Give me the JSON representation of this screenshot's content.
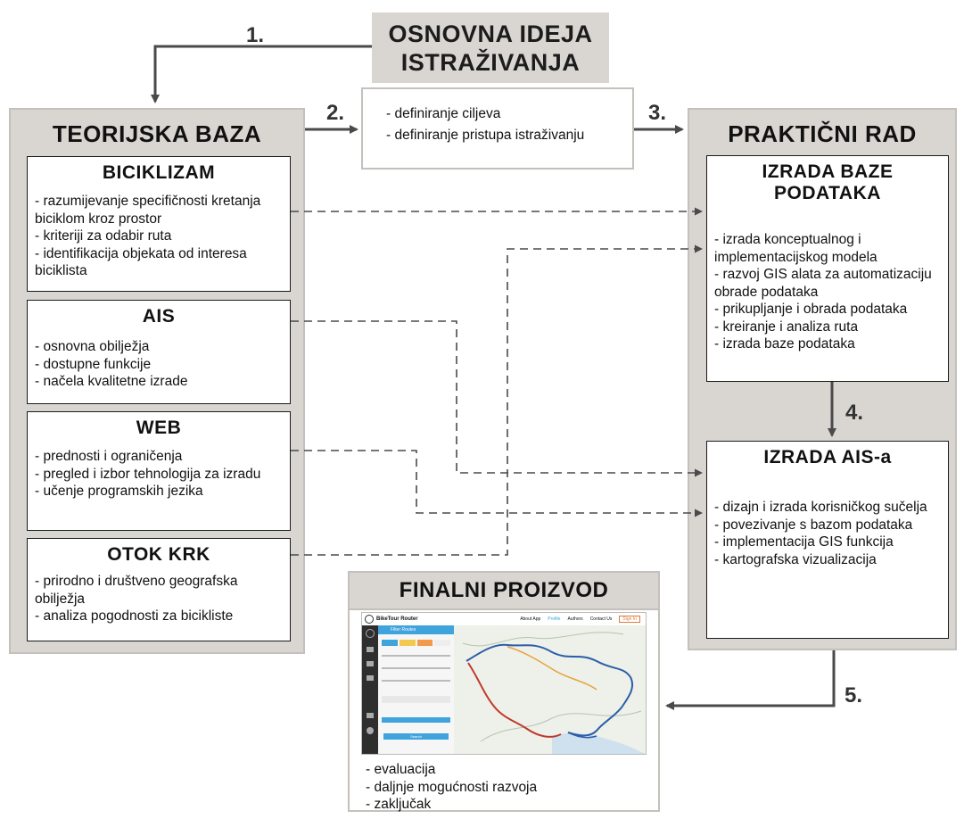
{
  "steps": {
    "s1": "1.",
    "s2": "2.",
    "s3": "3.",
    "s4": "4.",
    "s5": "5."
  },
  "osnovna": {
    "line1": "OSNOVNA IDEJA",
    "line2": "ISTRAŽIVANJA"
  },
  "center_box": {
    "items": [
      "- definiranje ciljeva",
      "- definiranje pristupa istraživanju"
    ]
  },
  "teorijska": {
    "title": "TEORIJSKA BAZA",
    "biciklizam": {
      "title": "BICIKLIZAM",
      "items": [
        "- razumijevanje specifičnosti kretanja biciklom kroz prostor",
        "- kriteriji za odabir ruta",
        "- identifikacija objekata od interesa biciklista"
      ]
    },
    "ais": {
      "title": "AIS",
      "items": [
        "- osnovna obilježja",
        "- dostupne funkcije",
        "- načela kvalitetne izrade"
      ]
    },
    "web": {
      "title": "WEB",
      "items": [
        "- prednosti i ograničenja",
        "- pregled i izbor tehnologija za izradu",
        "- učenje programskih jezika"
      ]
    },
    "krk": {
      "title": "OTOK KRK",
      "items": [
        "- prirodno i društveno geografska obilježja",
        "- analiza pogodnosti za bicikliste"
      ]
    }
  },
  "prakticni": {
    "title": "PRAKTIČNI RAD",
    "baza": {
      "title_line1": "IZRADA BAZE",
      "title_line2": "PODATAKA",
      "items": [
        "- izrada konceptualnog i implementacijskog modela",
        "- razvoj GIS alata za automatizaciju obrade podataka",
        "- prikupljanje i obrada podataka",
        "- kreiranje i analiza ruta",
        "- izrada baze podataka"
      ]
    },
    "ais": {
      "title": "IZRADA AIS-a",
      "items": [
        "- dizajn i izrada korisničkog sučelja",
        "- povezivanje s bazom podataka",
        "- implementacija GIS funkcija",
        "- kartografska vizualizacija"
      ]
    }
  },
  "finalni": {
    "title": "FINALNI PROIZVOD",
    "items": [
      "- evaluacija",
      "- daljnje mogućnosti razvoja",
      "- zaključak"
    ]
  },
  "mini_app": {
    "brand": "BikeTour Router",
    "nav": [
      "About App",
      "Profile",
      "Authors",
      "Contact Us"
    ],
    "signin": "Sign In",
    "panel_title": "Filter Routes",
    "search_label": "Search"
  },
  "colors": {
    "grey_fill": "#d9d6d2",
    "arrow": "#4a4a4a",
    "route_blue": "#2a5ea8",
    "route_red": "#c0392b",
    "accent": "#3fa3dc"
  }
}
